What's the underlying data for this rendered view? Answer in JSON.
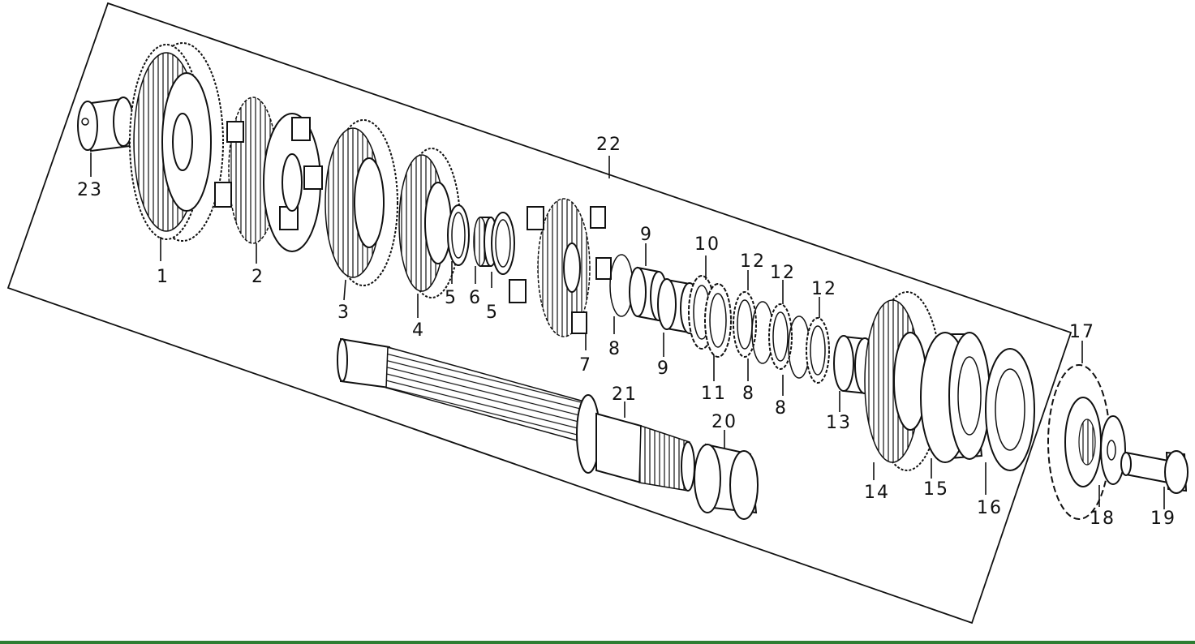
{
  "callouts": [
    "1",
    "2",
    "3",
    "4",
    "5",
    "6",
    "5",
    "7",
    "8",
    "9",
    "9",
    "10",
    "11",
    "12",
    "8",
    "12",
    "8",
    "12",
    "13",
    "14",
    "15",
    "16",
    "17",
    "18",
    "19",
    "20",
    "21",
    "22",
    "23"
  ],
  "colors": {
    "line": "#111111",
    "background": "#ffffff",
    "footer_bar": "#2e7d32"
  }
}
